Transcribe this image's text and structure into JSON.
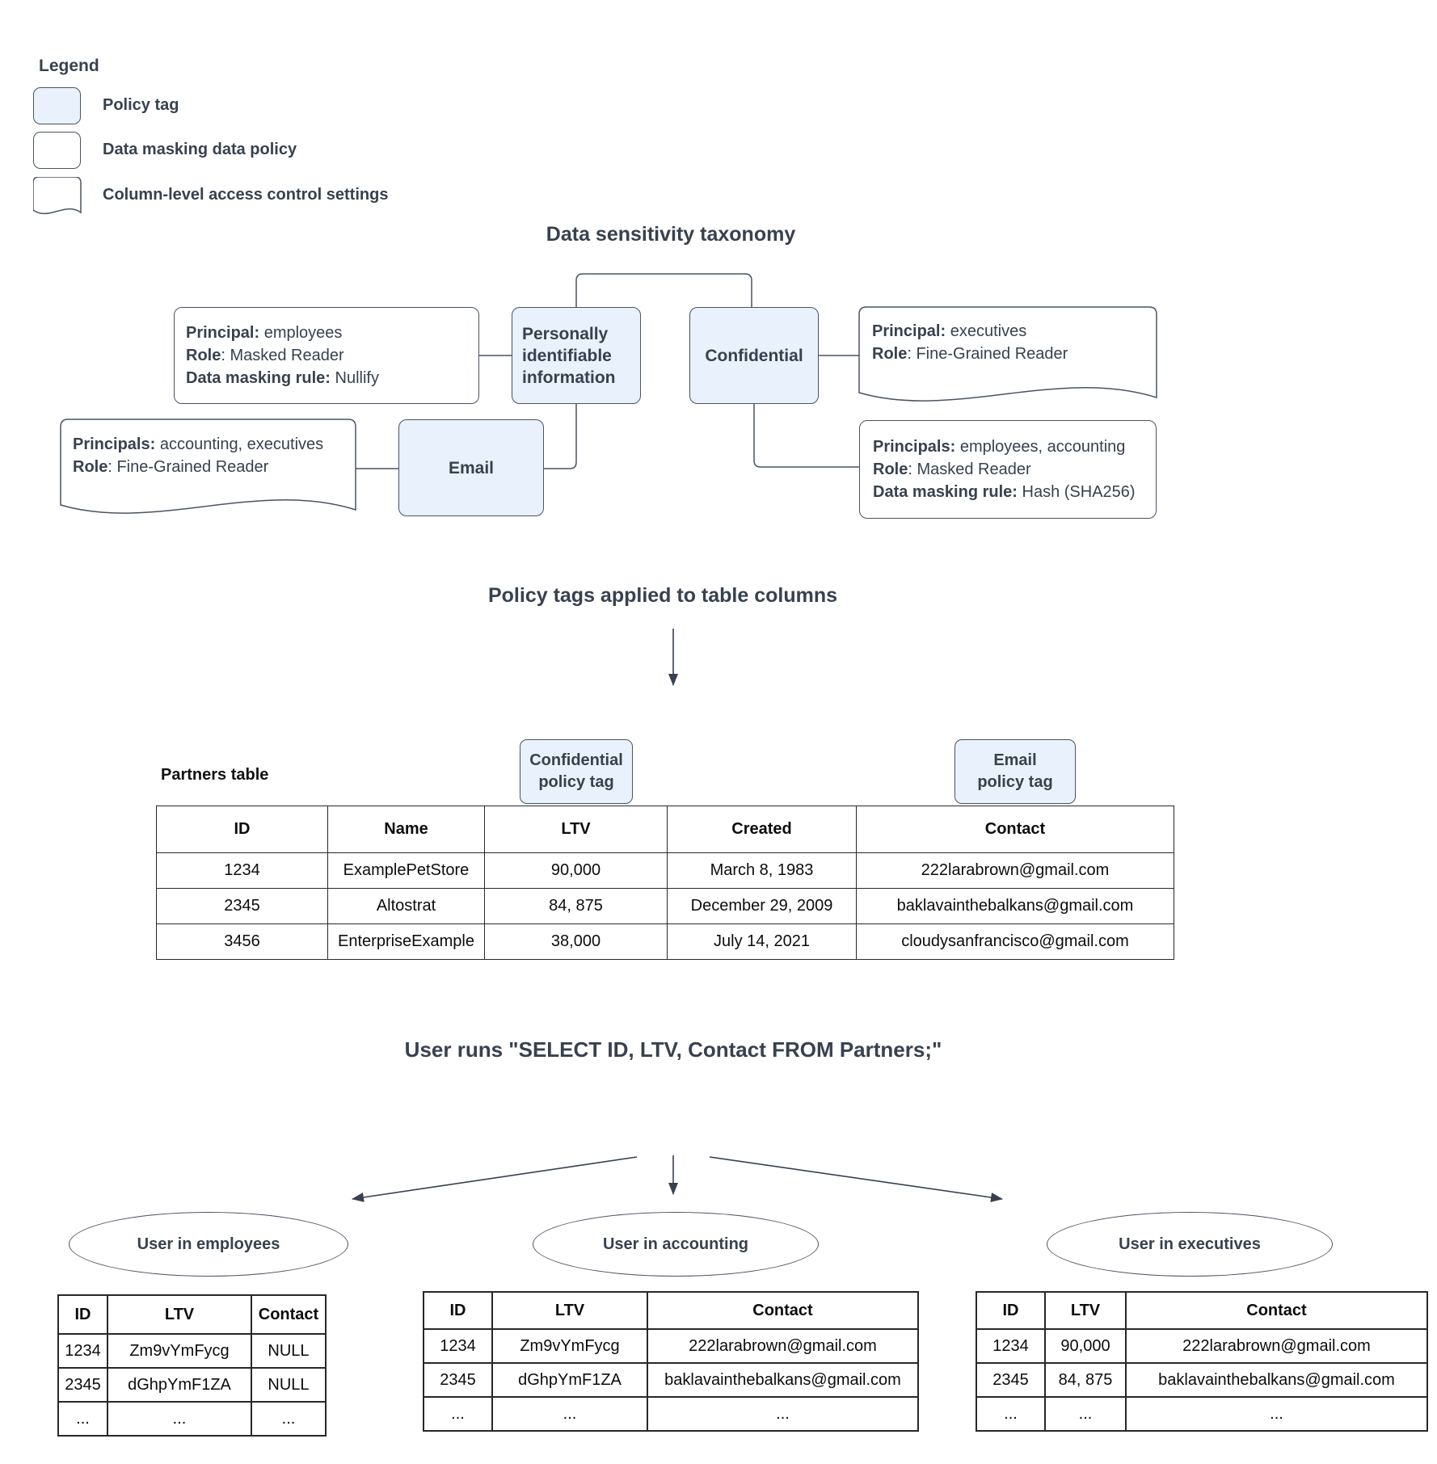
{
  "colors": {
    "policy_tag_fill": "#E8F1FC",
    "shape_border": "#4A5462",
    "heading_ink": "#37414F",
    "table_border": "#282828"
  },
  "legend": {
    "title": "Legend",
    "items": [
      {
        "swatch": "policy-tag-swatch",
        "label": "Policy tag"
      },
      {
        "swatch": "data-masking-swatch",
        "label": "Data masking data policy"
      },
      {
        "swatch": "column-access-swatch",
        "label": "Column-level access control settings"
      }
    ]
  },
  "taxonomy": {
    "title": "Data sensitivity taxonomy",
    "pii_tag": "Personally identifiable information",
    "confidential_tag": "Confidential",
    "email_tag": "Email",
    "employees_policy": {
      "lines": [
        {
          "b": "Principal:",
          "r": " employees"
        },
        {
          "b": "Role",
          "r": ": Masked Reader"
        },
        {
          "b": "Data masking rule:",
          "r": " Nullify"
        }
      ]
    },
    "executives_access": {
      "lines": [
        {
          "b": "Principal:",
          "r": " executives"
        },
        {
          "b": "Role",
          "r": ": Fine-Grained Reader"
        }
      ]
    },
    "accounting_access": {
      "lines": [
        {
          "b": "Principals:",
          "r": " accounting, executives"
        },
        {
          "b": "Role",
          "r": ": Fine-Grained Reader"
        }
      ]
    },
    "confidential_policy": {
      "lines": [
        {
          "b": "Principals:",
          "r": " employees, accounting"
        },
        {
          "b": "Role",
          "r": ": Masked Reader"
        },
        {
          "b": "Data masking rule:",
          "r": " Hash (SHA256)"
        }
      ]
    }
  },
  "applied": {
    "title": "Policy tags applied to table columns",
    "confidential_label": {
      "line1": "Confidential",
      "line2": "policy tag"
    },
    "email_label": {
      "line1": "Email",
      "line2": "policy tag"
    },
    "partners_label": "Partners table",
    "partners": {
      "headers": [
        "ID",
        "Name",
        "LTV",
        "Created",
        "Contact"
      ],
      "rows": [
        [
          "1234",
          "ExamplePetStore",
          "90,000",
          "March 8, 1983",
          "222larabrown@gmail.com"
        ],
        [
          "2345",
          "Altostrat",
          "84, 875",
          "December 29, 2009",
          "baklavainthebalkans@gmail.com"
        ],
        [
          "3456",
          "EnterpriseExample",
          "38,000",
          "July 14, 2021",
          "cloudysanfrancisco@gmail.com"
        ]
      ]
    }
  },
  "query": {
    "title": "User runs \"SELECT ID, LTV, Contact FROM Partners;\"",
    "results": [
      {
        "user": "User in employees",
        "headers": [
          "ID",
          "LTV",
          "Contact"
        ],
        "rows": [
          [
            "1234",
            "Zm9vYmFycg",
            "NULL"
          ],
          [
            "2345",
            "dGhpYmF1ZA",
            "NULL"
          ],
          [
            "...",
            "...",
            "..."
          ]
        ]
      },
      {
        "user": "User in accounting",
        "headers": [
          "ID",
          "LTV",
          "Contact"
        ],
        "rows": [
          [
            "1234",
            "Zm9vYmFycg",
            "222larabrown@gmail.com"
          ],
          [
            "2345",
            "dGhpYmF1ZA",
            "baklavainthebalkans@gmail.com"
          ],
          [
            "...",
            "...",
            "..."
          ]
        ]
      },
      {
        "user": "User in executives",
        "headers": [
          "ID",
          "LTV",
          "Contact"
        ],
        "rows": [
          [
            "1234",
            "90,000",
            "222larabrown@gmail.com"
          ],
          [
            "2345",
            "84, 875",
            "baklavainthebalkans@gmail.com"
          ],
          [
            "...",
            "...",
            "..."
          ]
        ]
      }
    ]
  }
}
